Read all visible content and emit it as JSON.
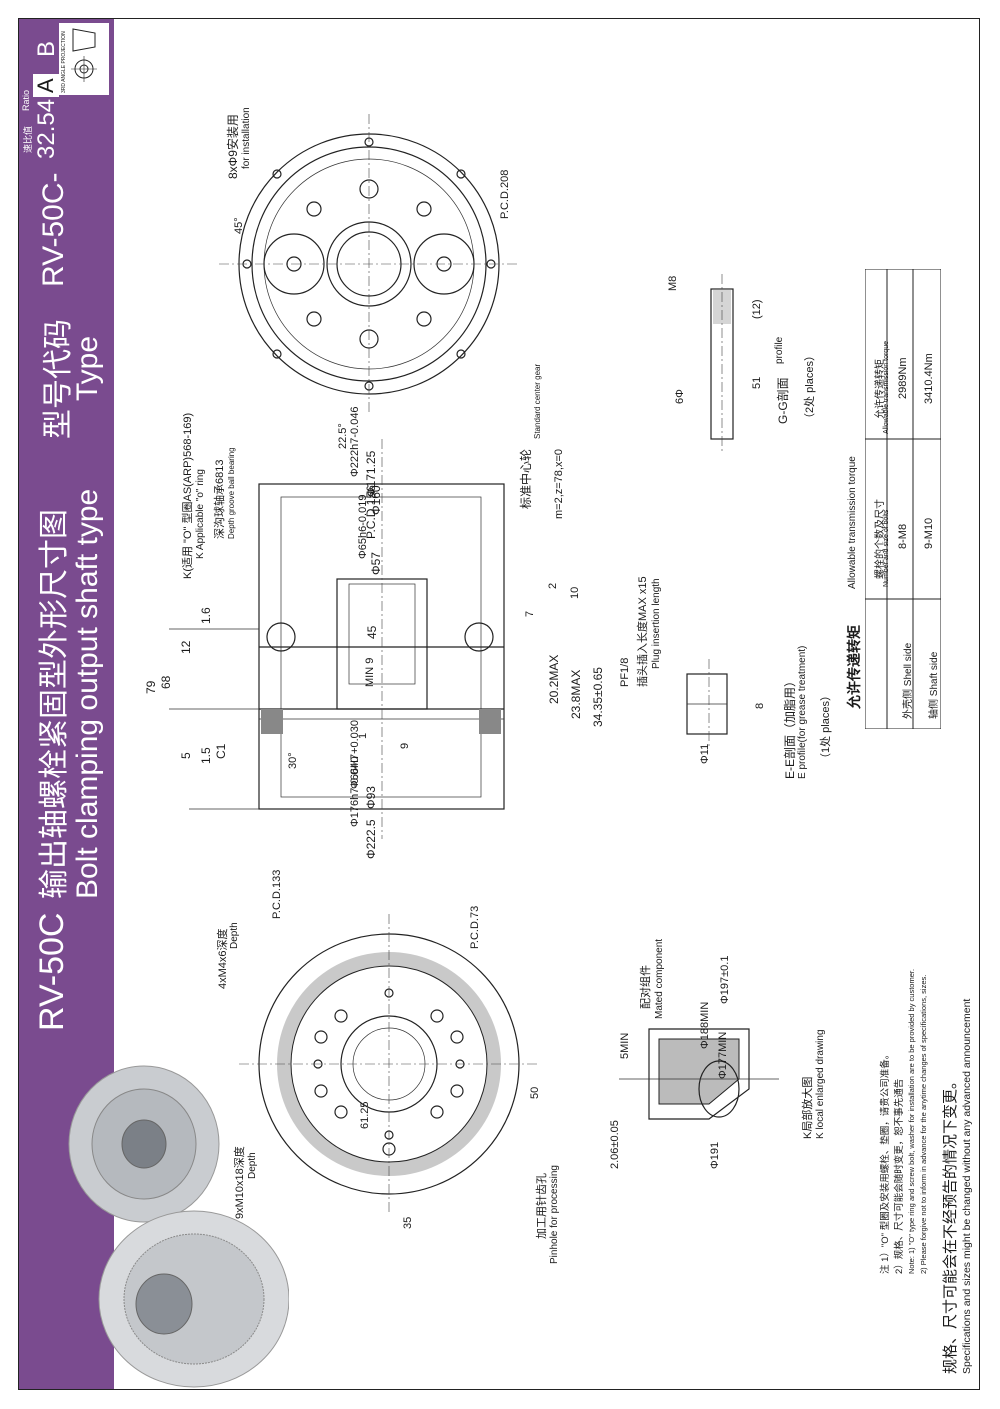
{
  "header": {
    "model": "RV-50C",
    "title_cn": "输出轴螺栓紧固型外形尺寸图",
    "title_en": "Bolt clamping output shaft type",
    "type_cn": "型号代码",
    "type_en": "Type",
    "type_code": "RV-50C-",
    "ratio_cn": "速比值",
    "ratio_en": "Ratio",
    "ratio_value": "32.54",
    "code_a": "A",
    "code_b": "B",
    "projection": "3RD ANGLE PROJECTION"
  },
  "labels": {
    "mount_holes": "8xΦ9安装用",
    "mount_holes_en": "for installation",
    "pcd208": "P.C.D.208",
    "angle45": "45°",
    "angle22_5": "22.5°",
    "oring_cn": "K(适用 \"O\" 型圈AS(ARP)568-169)",
    "oring_en": "K Applicable \"o\" ring",
    "bearing_cn": "深沟球轴承6813",
    "bearing_en": "Depth groove ball bearing",
    "center_gear_cn": "标准中心轮",
    "center_gear_en": "Standard center gear",
    "gear_params": "m=2,z=78,x=0",
    "depth_m4": "4xM4x6深度",
    "depth_m4_en": "Depth",
    "depth_m10": "9xM10x18深度",
    "depth_m10_en": "Depth",
    "pinhole_cn": "加工用针齿孔",
    "pinhole_en": "Pinhole for processing",
    "pcd133": "P.C.D.133",
    "pcd73": "P.C.D.73",
    "mated_cn": "配对组件",
    "mated_en": "Mated component",
    "k_local_cn": "K局部放大图",
    "k_local_en": "K local enlarged drawing",
    "pf": "PF1/8",
    "plug_cn": "插头插入长度MAX x15",
    "plug_en": "Plug insertion length",
    "e_section_cn": "E-E剖面（加脂用）",
    "e_section_en": "E profile(for grease treatment)",
    "e_places": "（1处 places）",
    "g_section_cn": "G-G剖面",
    "g_section_en": "profile",
    "g_places": "（2处 places）",
    "m8": "M8"
  },
  "dimensions": {
    "d222_5": "Φ222.5",
    "d176": "Φ176h7-0.040",
    "d93": "Φ93",
    "d66": "Φ66H7+0.030",
    "d222h7": "Φ222h7-0.046",
    "d171_25": "Φ171.25",
    "d160": "Φ160",
    "pcd156": "P.C.D.156",
    "d65": "Φ65h6-0.019",
    "d57": "Φ57",
    "h79": "79",
    "h68": "68",
    "h12": "12",
    "h1_6": "1.6",
    "h5": "5",
    "h1_5": "1.5",
    "c1": "C1",
    "h45": "45",
    "min9": "MIN 9",
    "h1": "1",
    "h9": "9",
    "a30": "30°",
    "r20_2": "20.2MAX",
    "r23_8": "23.8MAX",
    "r34_35": "34.35±0.65",
    "r2": "2",
    "r10": "10",
    "r7": "7",
    "d11": "Φ11",
    "e8": "8",
    "d6": "6Φ",
    "g51": "51",
    "g12": "(12)",
    "d197": "Φ197±0.1",
    "d188": "Φ188MIN",
    "d177": "Φ177MIN",
    "d191": "Φ191",
    "k2_06": "2.06±0.05",
    "k5min": "5MIN",
    "b50": "50",
    "b61_25": "61.25",
    "b35": "35"
  },
  "torque_table": {
    "title_cn": "允许传递转矩",
    "title_en": "Allowable transmission torque",
    "col1_cn": "螺栓的个数及尺寸",
    "col1_en": "Number and size of bolts",
    "col2_cn": "允许传递转矩",
    "col2_en": "Allowable transmission torque",
    "rows": [
      {
        "side_cn": "外壳侧",
        "side_en": "Shell side",
        "bolts": "8-M8",
        "torque": "2989Nm"
      },
      {
        "side_cn": "轴侧",
        "side_en": "Shaft side",
        "bolts": "9-M10",
        "torque": "3410.4Nm"
      }
    ]
  },
  "notes": {
    "note1_cn": "注 1）\"O\" 型圈及安装用螺栓、垫圈，请贵公司准备。",
    "note2_cn": "2）规格、尺寸可能会随时变更，恕不事先通告",
    "note1_en": "Note: 1) \"O\" type ring and screw bolt, washer for installation are to be provided by customer.",
    "note2_en": "2) Please forgive not to inform in advance for the anytime changes of specifications, sizes.",
    "footer_cn": "规格、尺寸可能会在不经预告的情况下变更。",
    "footer_en": "Specifications and sizes might be changed without any advanced announcement"
  }
}
